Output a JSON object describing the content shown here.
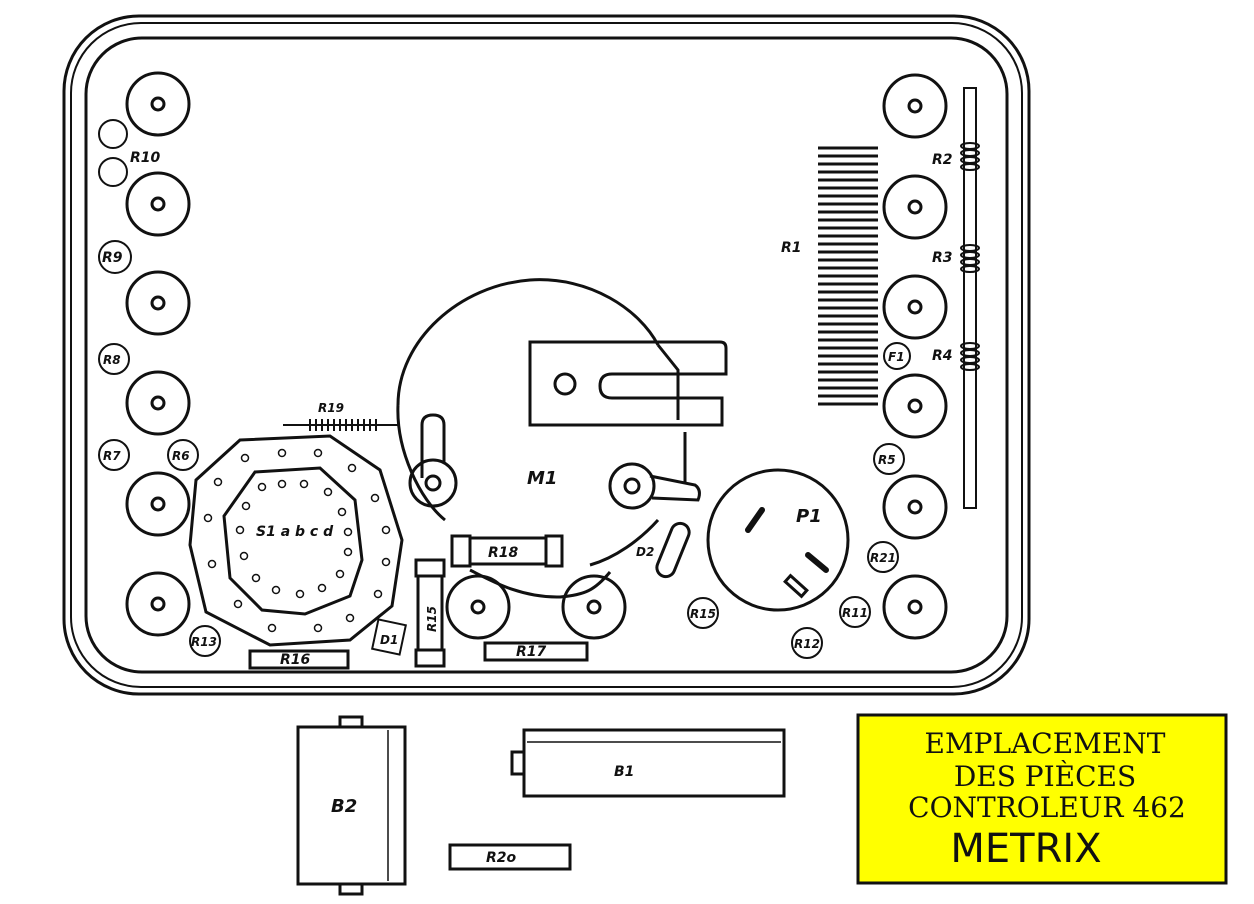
{
  "title_block": {
    "line1": "EMPLACEMENT",
    "line2": "DES PIÈCES",
    "line3": "CONTROLEUR 462",
    "brand": "METRIX",
    "background": "#ffff00"
  },
  "labels": {
    "r1": "R1",
    "r2": "R2",
    "r3": "R3",
    "r4": "R4",
    "r5": "R5",
    "r6": "R6",
    "r7": "R7",
    "r8": "R8",
    "r9": "R9",
    "r10": "R10",
    "r11": "R11",
    "r12": "R12",
    "r13": "R13",
    "r15_circle": "R15",
    "r15_resistor": "R15",
    "r16": "R16",
    "r17": "R17",
    "r18": "R18",
    "r19": "R19",
    "r20": "R2o",
    "r21": "R21",
    "f1": "F1",
    "d1": "D1",
    "d2": "D2",
    "m1": "M1",
    "p1": "P1",
    "s1": "S1 a b c d",
    "b1": "B1",
    "b2": "B2"
  },
  "colors": {
    "ink": "#111111",
    "paper": "#ffffff",
    "highlight": "#ffff00"
  }
}
